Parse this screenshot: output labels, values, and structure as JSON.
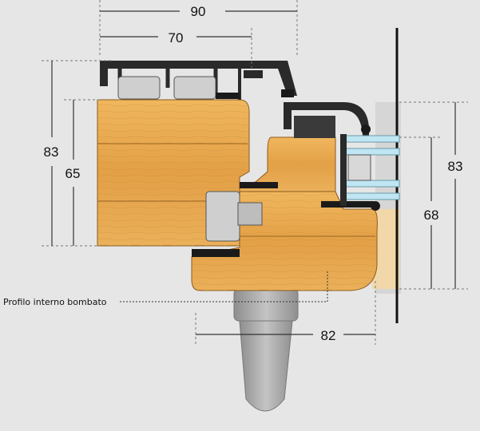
{
  "dimensions": {
    "top_overall": "90",
    "top_inner": "70",
    "left_outer": "83",
    "left_inner": "65",
    "right_outer": "83",
    "right_inner": "68",
    "bottom": "82"
  },
  "labels": {
    "profile_note": "Profilo interno bombato"
  },
  "colors": {
    "background": "#e6e6e6",
    "wood": "#e9a94e",
    "wood_dark": "#c47d2a",
    "aluminium": "#2a2a2a",
    "glass": "#bfe6f2",
    "gasket": "#1a1a1a",
    "insert_light": "#cfcfcf",
    "handle": "#a9a9a9"
  }
}
